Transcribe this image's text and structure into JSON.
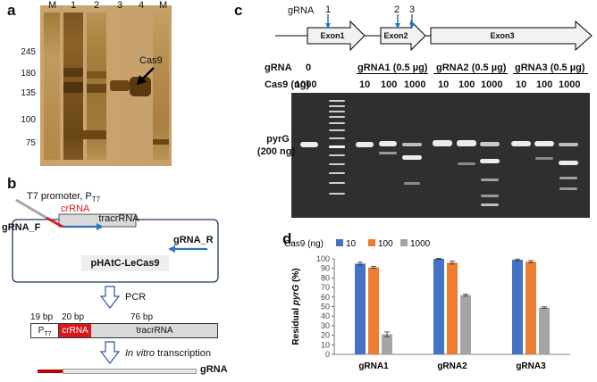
{
  "panel_a": {
    "label": "a",
    "lanes": [
      "M",
      "1",
      "2",
      "3",
      "4",
      "M"
    ],
    "markers": [
      "245",
      "180",
      "135",
      "100",
      "75"
    ],
    "arrow_label": "Cas9"
  },
  "panel_b": {
    "label": "b",
    "t7_label": "T7 promoter, P",
    "t7_sub": "T7",
    "crrna": "crRNA",
    "primer_f": "gRNA_F",
    "primer_r": "gRNA_R",
    "tracrrna": "tracrRNA",
    "plasmid": "pHAtC-LeCas9",
    "pcr": "PCR",
    "sizes": [
      "19 bp",
      "20 bp",
      "76 bp"
    ],
    "pt7": "P",
    "pt7_sub": "T7",
    "crrna2": "crRNA",
    "tracrrna2": "tracrRNA",
    "ivt": "In vitro",
    "ivt_rest": " transcription",
    "grna": "gRNA",
    "colors": {
      "crrna": "#d7191c",
      "primer": "#2e75b6"
    }
  },
  "panel_c": {
    "label": "c",
    "grna_label": "gRNA",
    "sites": [
      "1",
      "2",
      "3"
    ],
    "exons": [
      "Exon1",
      "Exon2",
      "Exon3"
    ],
    "row_grna": "gRNA",
    "row_cas9": "Cas9 (ng)",
    "ctrl_grna": "0",
    "ctrl_cas9": "1000",
    "groups": [
      "gRNA1 (0.5 µg)",
      "gRNA2 (0.5 µg)",
      "gRNA3 (0.5 µg)"
    ],
    "doses": [
      "10",
      "100",
      "1000"
    ],
    "pyrg": "pyrG",
    "pyrg_amt": "(200 ng)"
  },
  "panel_d": {
    "label": "d",
    "chart_data": {
      "type": "bar",
      "legend_title": "Cas9 (ng)",
      "categories": [
        "gRNA1",
        "gRNA2",
        "gRNA3"
      ],
      "series": [
        {
          "name": "10",
          "values": [
            95,
            100,
            99
          ],
          "errors": [
            1.5,
            0.5,
            0.8
          ],
          "color": "#4472c4"
        },
        {
          "name": "100",
          "values": [
            91,
            96,
            97
          ],
          "errors": [
            1.0,
            1.5,
            1.2
          ],
          "color": "#ed7d31"
        },
        {
          "name": "1000",
          "values": [
            21,
            62,
            49
          ],
          "errors": [
            2.5,
            1.0,
            0.8
          ],
          "color": "#a5a5a5"
        }
      ],
      "ylabel_pre": "Residual ",
      "ylabel_italic": "pyrG",
      "ylabel_post": " (%)",
      "yticks": [
        "0",
        "10",
        "20",
        "30",
        "40",
        "50",
        "60",
        "70",
        "80",
        "90",
        "100"
      ],
      "ylim": [
        0,
        100
      ],
      "grid": false,
      "legend_position": "top"
    }
  }
}
